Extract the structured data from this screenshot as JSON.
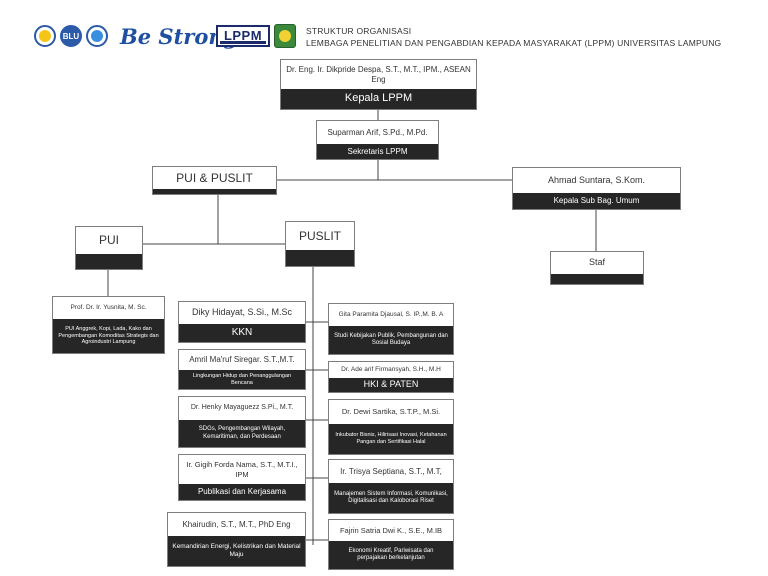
{
  "header": {
    "logos": [
      {
        "name": "kemendikbud-logo-icon"
      },
      {
        "name": "blu-logo-icon",
        "text": "BLU"
      },
      {
        "name": "tut-wuri-handayani-logo-icon"
      }
    ],
    "be_strong": "Be Strong!",
    "lppm_logo_text": "LPPM",
    "title_line1": "STRUKTUR ORGANISASI",
    "title_line2": "LEMBAGA PENELITIAN DAN PENGABDIAN KEPADA MASYARAKAT (LPPM) UNIVERSITAS LAMPUNG"
  },
  "colors": {
    "role_fill": "#262626",
    "line": "#444444",
    "border": "#7d7d7d",
    "brand_blue": "#1f4fa0"
  },
  "nodes": {
    "kepala": {
      "name": "Dr. Eng. Ir. Dikpride Despa, S.T., M.T., IPM., ASEAN Eng",
      "role": "Kepala LPPM"
    },
    "sekretaris": {
      "name": "Suparman Arif, S.Pd., M.Pd.",
      "role": "Sekretaris LPPM"
    },
    "pui_puslit": {
      "name": "PUI & PUSLIT",
      "role": ""
    },
    "kasubbag": {
      "name": "Ahmad Suntara, S.Kom.",
      "role": "Kepala Sub Bag. Umum"
    },
    "pui": {
      "name": "PUI",
      "role": ""
    },
    "puslit": {
      "name": "PUSLIT",
      "role": ""
    },
    "staf": {
      "name": "Staf",
      "role": ""
    },
    "pui_head": {
      "name": "Prof. Dr. Ir. Yusnita, M. Sc.",
      "role": "PUI Anggrek, Kopi, Lada, Kako dan Pengembangan Komoditas Strategis dan Agroindustri Lampung"
    },
    "kkn": {
      "name": "Diky Hidayat, S.Si., M.Sc",
      "role": "KKN"
    },
    "lingkungan": {
      "name": "Amril Ma'ruf Siregar. S.T.,M.T.",
      "role": "Lingkungan Hidup dan Penanggulangan Bencana"
    },
    "sdgs": {
      "name": "Dr. Henky Mayaguezz S.Pi., M.T.",
      "role": "SDGs, Pengembangan Wilayah, Kemaritiman, dan Perdesaan"
    },
    "publikasi": {
      "name": "Ir. Gigih Forda Nama, S.T., M.T.I., IPM",
      "role": "Publikasi dan Kerjasama"
    },
    "kemandirian": {
      "name": "Khairudin, S.T., M.T., PhD Eng",
      "role": "Kemandirian Energi, Kelistrikan dan Material Maju"
    },
    "studi": {
      "name": "Gita Paramita Djausal, S. IP.,M. B. A",
      "role": "Studi Kebijakan Publik, Pembangunan dan Sosial Budaya"
    },
    "hki": {
      "name": "Dr. Ade arif Firmansyah, S.H., M.H",
      "role": "HKI & PATEN"
    },
    "inkubator": {
      "name": "Dr. Dewi Sartika, S.T.P., M.Si.",
      "role": "Inkubator Bisnis, Hilirisasi Inovasi, Ketahanan Pangan dan Sertifikasi Halal"
    },
    "manajemen": {
      "name": "Ir. Trisya Septiana, S.T., M.T,",
      "role": "Manajemen Sistem Informasi, Komunikasi, Digitalisasi dan Kaloborasi Riset"
    },
    "ekonomi": {
      "name": "Fajrin Satria Dwi K., S.E., M.IB",
      "role": "Ekonomi Kreatif, Pariwisata dan perpajakan berkelanjutan"
    }
  }
}
